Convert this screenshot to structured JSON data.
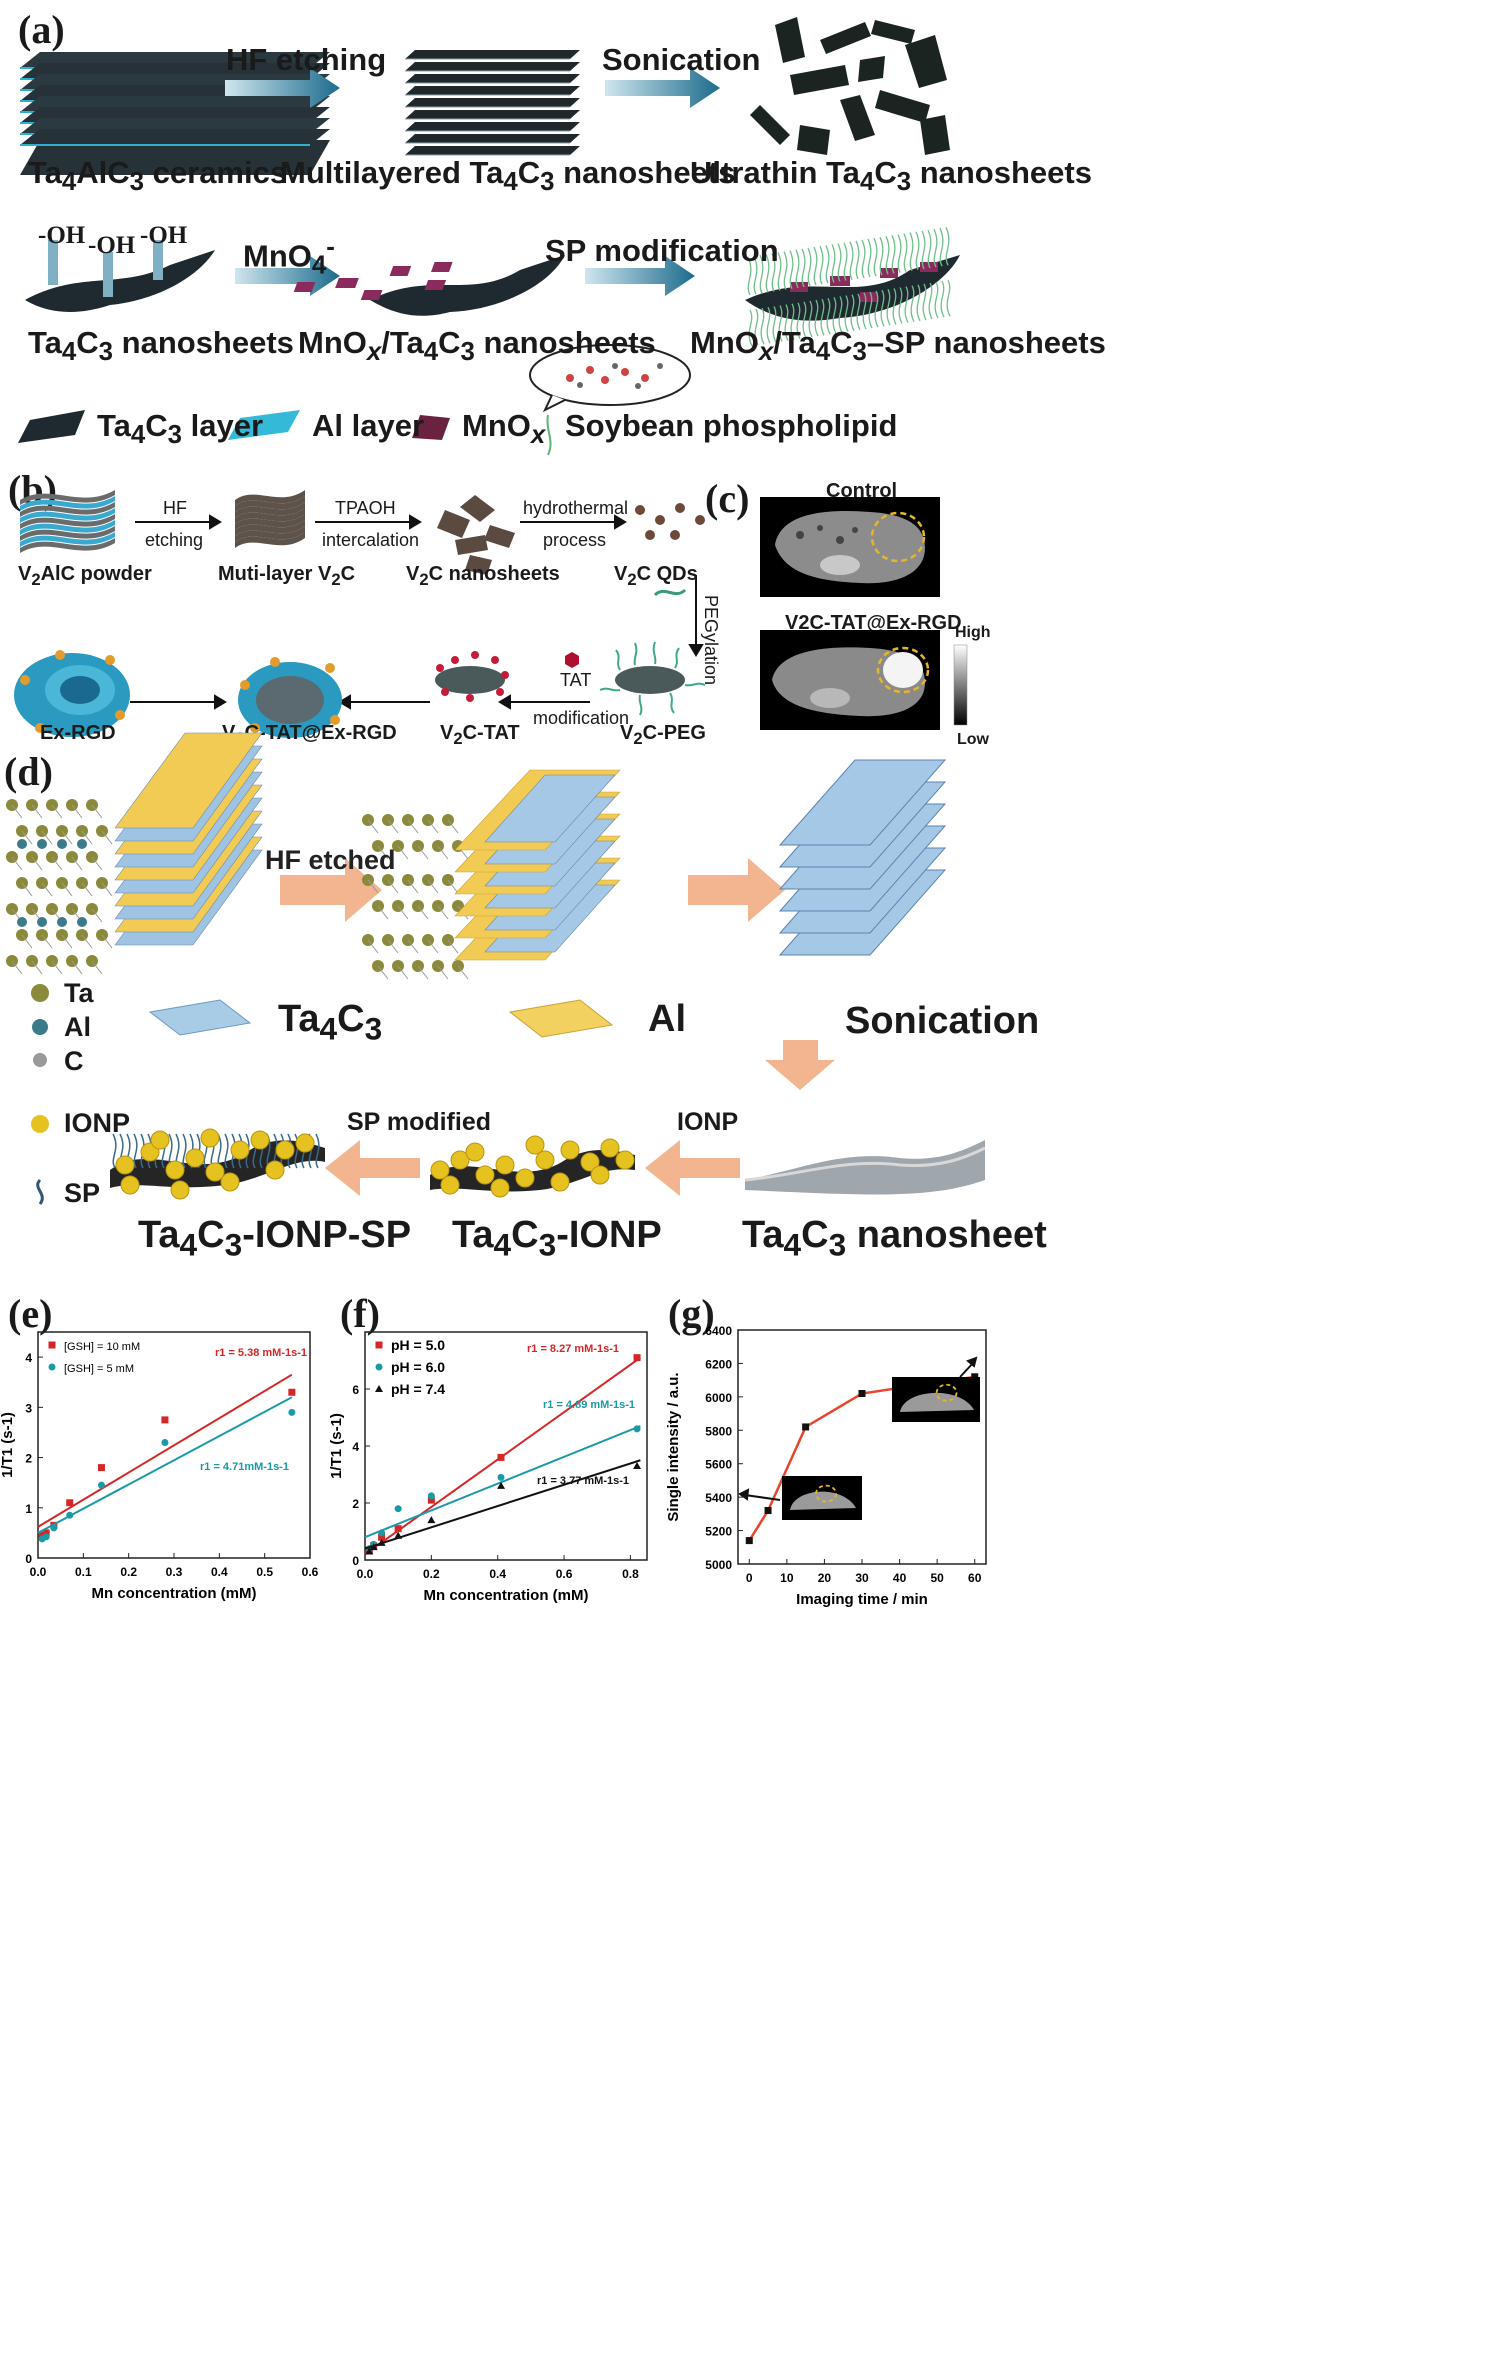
{
  "panels": {
    "a": "(a)",
    "b": "(b)",
    "c": "(c)",
    "d": "(d)",
    "e": "(e)",
    "f": "(f)",
    "g": "(g)"
  },
  "a": {
    "arrows": [
      "HF etching",
      "Sonication",
      "MnO",
      "4",
      "-",
      "SP modification"
    ],
    "row1": [
      {
        "pre": "Ta",
        "s1": "4",
        "mid": "AlC",
        "s2": "3",
        "post": " ceramics"
      },
      {
        "pre": "Multilayered Ta",
        "s1": "4",
        "mid": "C",
        "s2": "3",
        "post": " nanosheets"
      },
      {
        "pre": "Ultrathin Ta",
        "s1": "4",
        "mid": "C",
        "s2": "3",
        "post": " nanosheets"
      }
    ],
    "row2": [
      {
        "pre": "Ta",
        "s1": "4",
        "mid": "C",
        "s2": "3",
        "post": " nanosheets"
      },
      {
        "pre": "MnO",
        "s1": "x",
        "mid": "/Ta",
        "s2": "4",
        "mid2": "C",
        "s3": "3",
        "post": " nanosheets"
      },
      {
        "pre": "MnO",
        "s1": "x",
        "mid": "/Ta",
        "s2": "4",
        "mid2": "C",
        "s3": "3",
        "post": "–SP nanosheets"
      }
    ],
    "oh": [
      "-OH",
      "-OH",
      "-OH"
    ],
    "legend": {
      "ta_pre": "Ta",
      "ta_s1": "4",
      "ta_mid": "C",
      "ta_s2": "3",
      "ta_post": " layer",
      "al": "Al layer",
      "mn_pre": "MnO",
      "mn_s": "x",
      "sp": "Soybean phospholipid"
    }
  },
  "b": {
    "steps": [
      {
        "top": "HF",
        "bottom": "etching"
      },
      {
        "top": "TPAOH",
        "bottom": "intercalation"
      },
      {
        "top": "hydrothermal",
        "bottom": "process"
      }
    ],
    "pegylation": "PEGylation",
    "tat_top": "TAT",
    "tat_bottom": "modification",
    "labels": [
      "V",
      "2",
      "AlC powder",
      "Muti-layer V",
      "2",
      "C",
      "V",
      "2",
      "C nanosheets",
      "V",
      "2",
      "C QDs"
    ],
    "bottom": [
      "Ex-RGD",
      "V",
      "2",
      "C-TAT@Ex-RGD",
      "V",
      "2",
      "C-TAT",
      "V",
      "2",
      "C-PEG"
    ]
  },
  "c": {
    "control": "Control",
    "treated": "V2C-TAT@Ex-RGD",
    "high": "High",
    "low": "Low"
  },
  "d": {
    "hf": "HF etched",
    "ta4c3_pre": "Ta",
    "ta4c3_s1": "4",
    "ta4c3_mid": "C",
    "ta4c3_s2": "3",
    "al": "Al",
    "sonication": "Sonication",
    "legend": [
      "Ta",
      "Al",
      "C",
      "IONP",
      "SP"
    ],
    "sp_mod": "SP modified",
    "ionp": "IONP",
    "prod1": {
      "pre": "Ta",
      "s1": "4",
      "mid": "C",
      "s2": "3",
      "post": "-IONP-SP"
    },
    "prod2": {
      "pre": "Ta",
      "s1": "4",
      "mid": "C",
      "s2": "3",
      "post": "-IONP"
    },
    "prod3": {
      "pre": "Ta",
      "s1": "4",
      "mid": "C",
      "s2": "3",
      "post": " nanosheet"
    }
  },
  "chart_data": [
    {
      "type": "scatter",
      "panel": "(e)",
      "xlabel": "Mn concentration (mM)",
      "ylabel": "1/T1 (s-1)",
      "xlim": [
        0,
        0.6
      ],
      "ylim": [
        0,
        4.5
      ],
      "xticks": [
        "0.0",
        "0.1",
        "0.2",
        "0.3",
        "0.4",
        "0.5",
        "0.6"
      ],
      "yticks": [
        "0",
        "1",
        "2",
        "3",
        "4"
      ],
      "series": [
        {
          "name": "[GSH] = 10 mM",
          "color": "#d62728",
          "marker": "square",
          "x": [
            0.009,
            0.018,
            0.035,
            0.07,
            0.14,
            0.28,
            0.56
          ],
          "y": [
            0.45,
            0.5,
            0.65,
            1.1,
            1.8,
            2.75,
            3.3
          ],
          "fit": [
            [
              0,
              0.62
            ],
            [
              0.56,
              3.65
            ]
          ],
          "annotation": "r1 = 5.38 mM-1s-1"
        },
        {
          "name": "[GSH] = 5 mM",
          "color": "#1a9aa6",
          "marker": "circle",
          "x": [
            0.009,
            0.018,
            0.035,
            0.07,
            0.14,
            0.28,
            0.56
          ],
          "y": [
            0.38,
            0.42,
            0.6,
            0.85,
            1.45,
            2.3,
            2.9
          ],
          "fit": [
            [
              0,
              0.5
            ],
            [
              0.56,
              3.2
            ]
          ],
          "annotation": "r1 = 4.71mM-1s-1"
        }
      ]
    },
    {
      "type": "scatter",
      "panel": "(f)",
      "xlabel": "Mn concentration (mM)",
      "ylabel": "1/T1 (s-1)",
      "xlim": [
        0,
        0.85
      ],
      "ylim": [
        0,
        8
      ],
      "xticks": [
        "0.0",
        "0.2",
        "0.4",
        "0.6",
        "0.8"
      ],
      "yticks": [
        "0",
        "2",
        "4",
        "6"
      ],
      "series": [
        {
          "name": "pH = 5.0",
          "color": "#d62728",
          "marker": "square",
          "x": [
            0.013,
            0.026,
            0.05,
            0.1,
            0.2,
            0.41,
            0.82
          ],
          "y": [
            0.35,
            0.5,
            0.8,
            1.1,
            2.1,
            3.6,
            7.1
          ],
          "fit": [
            [
              0,
              0.2
            ],
            [
              0.83,
              7.1
            ]
          ],
          "annotation": "r1 = 8.27 mM-1s-1"
        },
        {
          "name": "pH = 6.0",
          "color": "#1a9aa6",
          "marker": "circle",
          "x": [
            0.013,
            0.026,
            0.05,
            0.1,
            0.2,
            0.41,
            0.82
          ],
          "y": [
            0.4,
            0.55,
            0.95,
            1.8,
            2.25,
            2.9,
            4.6
          ],
          "fit": [
            [
              0,
              0.8
            ],
            [
              0.83,
              4.7
            ]
          ],
          "annotation": "r1 = 4.89 mM-1s-1"
        },
        {
          "name": "pH = 7.4",
          "color": "#111111",
          "marker": "triangle",
          "x": [
            0.013,
            0.026,
            0.05,
            0.1,
            0.2,
            0.41,
            0.82
          ],
          "y": [
            0.3,
            0.45,
            0.6,
            0.85,
            1.4,
            2.6,
            3.3
          ],
          "fit": [
            [
              0,
              0.4
            ],
            [
              0.83,
              3.5
            ]
          ],
          "annotation": "r1 = 3.77 mM-1s-1"
        }
      ]
    },
    {
      "type": "line",
      "panel": "(g)",
      "xlabel": "Imaging time / min",
      "ylabel": "Single intensity / a.u.",
      "xlim": [
        -3,
        63
      ],
      "ylim": [
        5000,
        6400
      ],
      "xticks": [
        "0",
        "10",
        "20",
        "30",
        "40",
        "50",
        "60"
      ],
      "yticks": [
        "5000",
        "5200",
        "5400",
        "5600",
        "5800",
        "6000",
        "6200",
        "6400"
      ],
      "series": [
        {
          "name": "",
          "color": "#e8452c",
          "x": [
            0,
            5,
            15,
            30,
            60
          ],
          "y": [
            5140,
            5320,
            5820,
            6020,
            6120
          ]
        }
      ]
    }
  ]
}
